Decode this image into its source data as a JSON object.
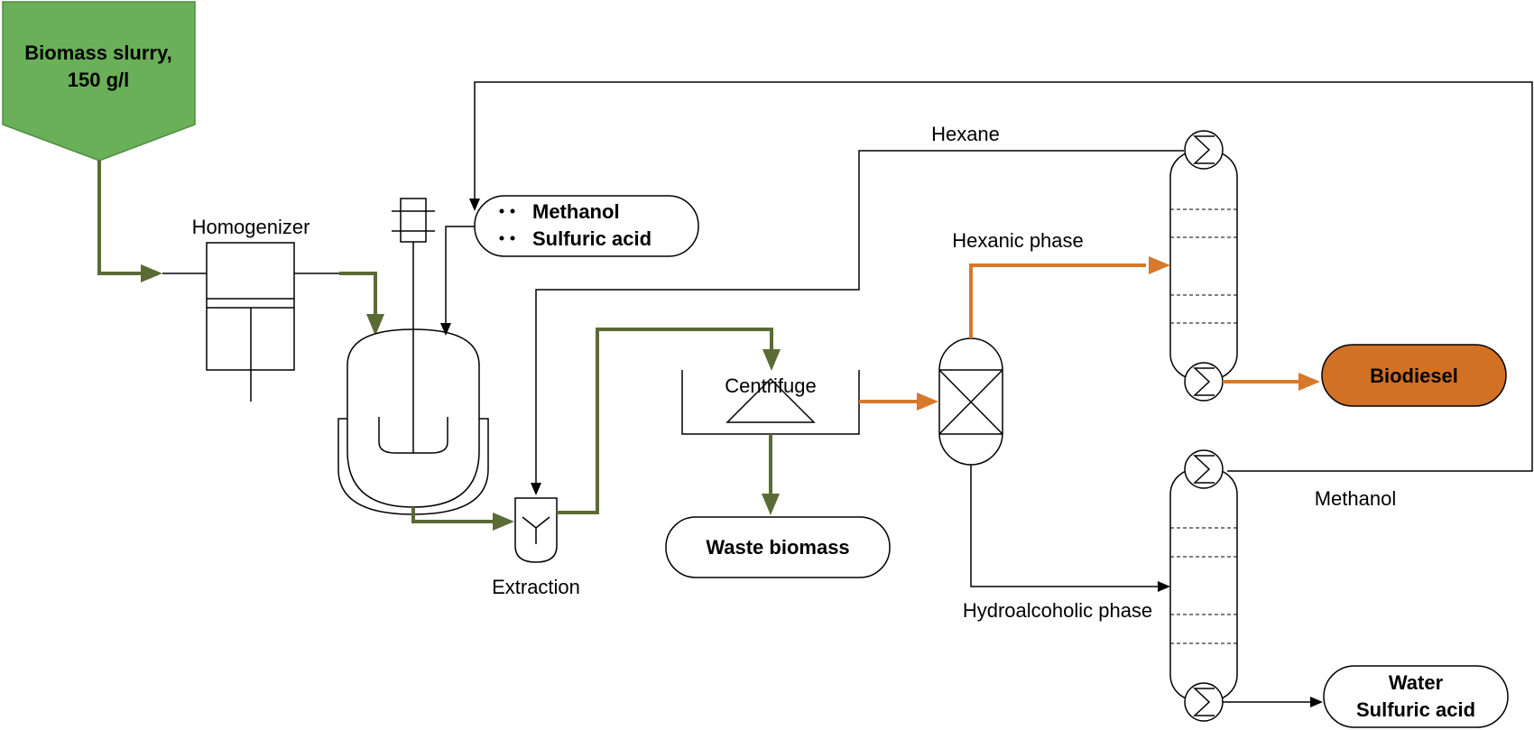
{
  "feed": {
    "line1": "Biomass slurry,",
    "line2": "150 g/l",
    "color": "#6ab058"
  },
  "units": {
    "homogenizer": "Homogenizer",
    "extraction": "Extraction",
    "centrifuge": "Centrifuge"
  },
  "reagents": {
    "item1": "Methanol",
    "item2": "Sulfuric acid"
  },
  "streams": {
    "hexane": "Hexane",
    "hexanic_phase": "Hexanic phase",
    "methanol": "Methanol",
    "hydroalcoholic_phase": "Hydroalcoholic phase"
  },
  "products": {
    "waste": "Waste biomass",
    "biodiesel": "Biodiesel",
    "bottoms_line1": "Water",
    "bottoms_line2": "Sulfuric acid"
  },
  "colors": {
    "green_stream": "#5a6b35",
    "orange_stream": "#d7782b",
    "biodiesel": "#d27023"
  }
}
